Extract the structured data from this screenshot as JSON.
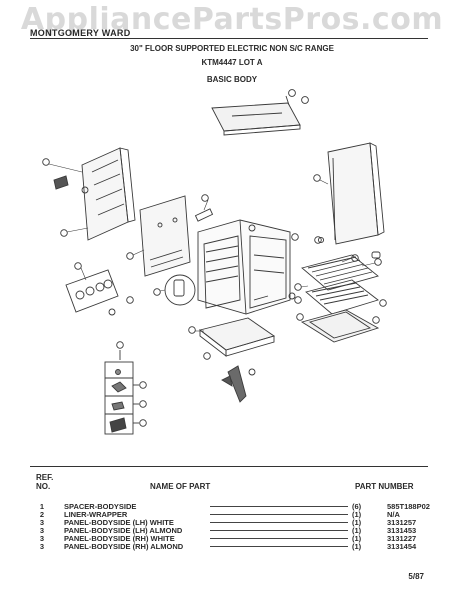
{
  "watermark": "AppliancePartsPros.com",
  "brand": "MONTGOMERY WARD",
  "title_line1": "30\" FLOOR SUPPORTED ELECTRIC NON S/C RANGE",
  "title_line2": "KTM4447 LOT A",
  "section": "BASIC BODY",
  "table_headers": {
    "ref_line1": "REF.",
    "ref_line2": "NO.",
    "name": "NAME OF PART",
    "part_number": "PART NUMBER"
  },
  "parts": [
    {
      "ref": "1",
      "name": "SPACER-BODYSIDE",
      "qty": "(6)",
      "number": "585T188P02"
    },
    {
      "ref": "2",
      "name": "LINER-WRAPPER",
      "qty": "(1)",
      "number": "N/A"
    },
    {
      "ref": "3",
      "name": "PANEL-BODYSIDE (LH) WHITE",
      "qty": "(1)",
      "number": "3131257"
    },
    {
      "ref": "3",
      "name": "PANEL-BODYSIDE (LH) ALMOND",
      "qty": "(1)",
      "number": "3131453"
    },
    {
      "ref": "3",
      "name": "PANEL-BODYSIDE (RH) WHITE",
      "qty": "(1)",
      "number": "3131227"
    },
    {
      "ref": "3",
      "name": "PANEL-BODYSIDE (RH) ALMOND",
      "qty": "(1)",
      "number": "3131454"
    }
  ],
  "footer_date": "5/87"
}
